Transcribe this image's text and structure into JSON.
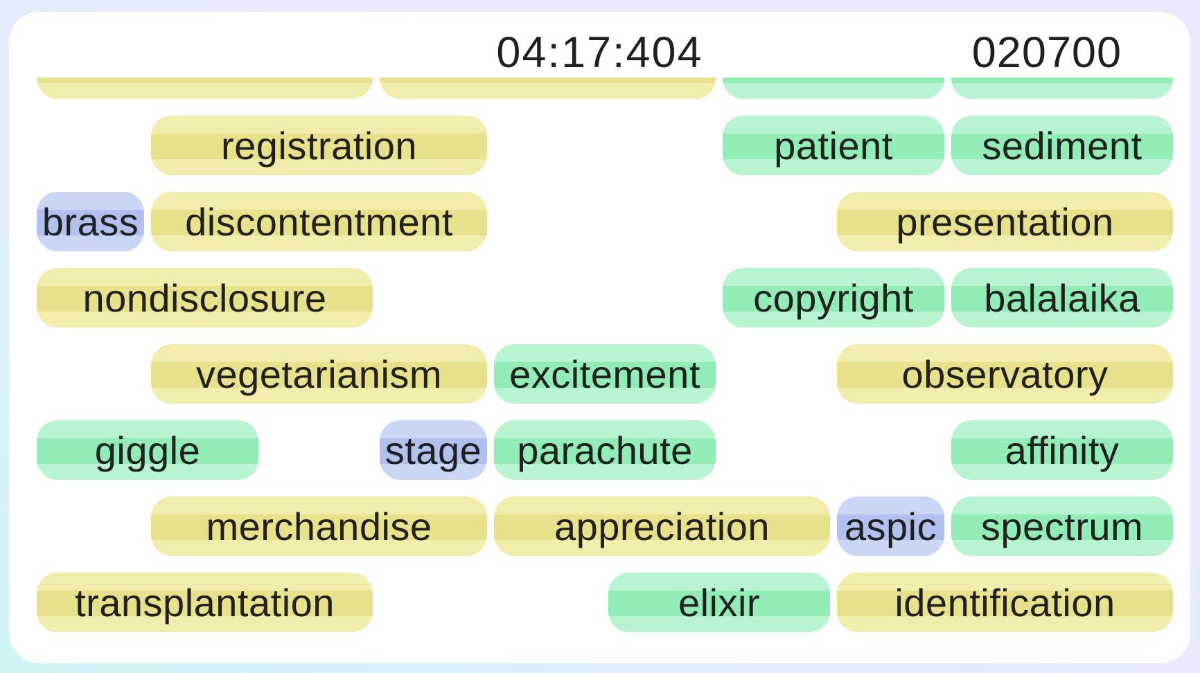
{
  "header": {
    "timer": "04:17:404",
    "score": "020700"
  },
  "colors": {
    "page_bg_top": "#eae9fe",
    "page_bg_mid": "#e0effb",
    "page_bg_bottom": "#cef5f6",
    "card_bg": "#ffffff",
    "text": "#202020",
    "pill": {
      "yellow": {
        "light": "#f1edad",
        "mid": "#e8e18c"
      },
      "green": {
        "light": "#b9f4d2",
        "mid": "#92ecb5"
      },
      "blue": {
        "light": "#cbd5f6",
        "mid": "#b2c0ef"
      }
    }
  },
  "board": {
    "columns": 10,
    "rows": [
      {
        "pills": [
          {
            "word": "",
            "color": "yellow",
            "col": 0,
            "span": 3
          },
          {
            "word": "",
            "color": "yellow",
            "col": 3,
            "span": 3
          },
          {
            "word": "",
            "color": "green",
            "col": 6,
            "span": 2
          },
          {
            "word": "",
            "color": "green",
            "col": 8,
            "span": 2
          }
        ]
      },
      {
        "pills": [
          {
            "word": "registration",
            "color": "yellow",
            "col": 1,
            "span": 3
          },
          {
            "word": "patient",
            "color": "green",
            "col": 6,
            "span": 2
          },
          {
            "word": "sediment",
            "color": "green",
            "col": 8,
            "span": 2
          }
        ]
      },
      {
        "pills": [
          {
            "word": "brass",
            "color": "blue",
            "col": 0,
            "span": 1
          },
          {
            "word": "discontentment",
            "color": "yellow",
            "col": 1,
            "span": 3
          },
          {
            "word": "presentation",
            "color": "yellow",
            "col": 7,
            "span": 3
          }
        ]
      },
      {
        "pills": [
          {
            "word": "nondisclosure",
            "color": "yellow",
            "col": 0,
            "span": 3
          },
          {
            "word": "copyright",
            "color": "green",
            "col": 6,
            "span": 2
          },
          {
            "word": "balalaika",
            "color": "green",
            "col": 8,
            "span": 2
          }
        ]
      },
      {
        "pills": [
          {
            "word": "vegetarianism",
            "color": "yellow",
            "col": 1,
            "span": 3
          },
          {
            "word": "excitement",
            "color": "green",
            "col": 4,
            "span": 2
          },
          {
            "word": "observatory",
            "color": "yellow",
            "col": 7,
            "span": 3
          }
        ]
      },
      {
        "pills": [
          {
            "word": "giggle",
            "color": "green",
            "col": 0,
            "span": 2
          },
          {
            "word": "stage",
            "color": "blue",
            "col": 3,
            "span": 1
          },
          {
            "word": "parachute",
            "color": "green",
            "col": 4,
            "span": 2
          },
          {
            "word": "affinity",
            "color": "green",
            "col": 8,
            "span": 2
          }
        ]
      },
      {
        "pills": [
          {
            "word": "merchandise",
            "color": "yellow",
            "col": 1,
            "span": 3
          },
          {
            "word": "appreciation",
            "color": "yellow",
            "col": 4,
            "span": 3
          },
          {
            "word": "aspic",
            "color": "blue",
            "col": 7,
            "span": 1
          },
          {
            "word": "spectrum",
            "color": "green",
            "col": 8,
            "span": 2
          }
        ]
      },
      {
        "pills": [
          {
            "word": "transplantation",
            "color": "yellow",
            "col": 0,
            "span": 3
          },
          {
            "word": "elixir",
            "color": "green",
            "col": 5,
            "span": 2
          },
          {
            "word": "identification",
            "color": "yellow",
            "col": 7,
            "span": 3
          }
        ]
      }
    ]
  }
}
